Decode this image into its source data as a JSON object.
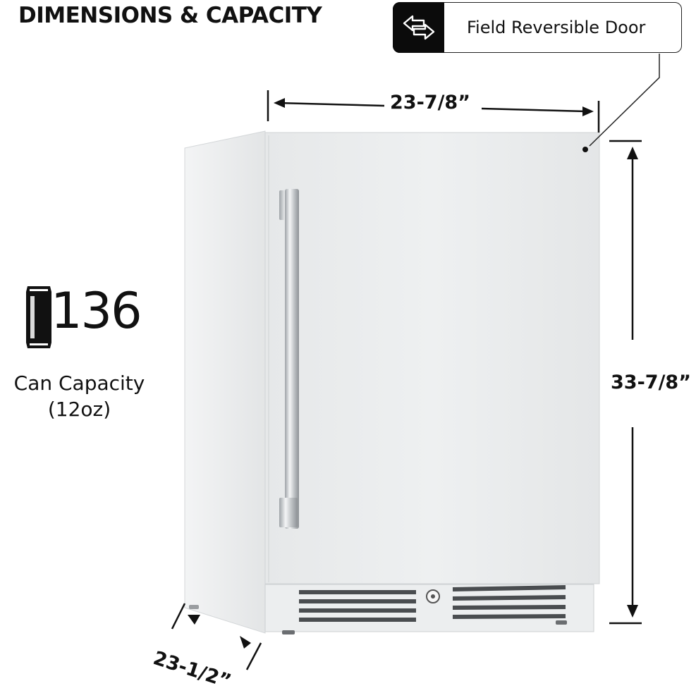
{
  "title": "DIMENSIONS & CAPACITY",
  "feature": {
    "label": "Field Reversible Door",
    "icon": "swap-arrows-icon"
  },
  "dimensions": {
    "width": "23-7/8”",
    "height": "33-7/8”",
    "depth": "23-1/2”"
  },
  "capacity": {
    "value": "136",
    "label_line1": "Can Capacity",
    "label_line2": "(12oz)",
    "icon": "can-icon"
  },
  "colors": {
    "text": "#111111",
    "badge_icon_bg": "#0b0b0b",
    "steel": "#e9ebec"
  }
}
